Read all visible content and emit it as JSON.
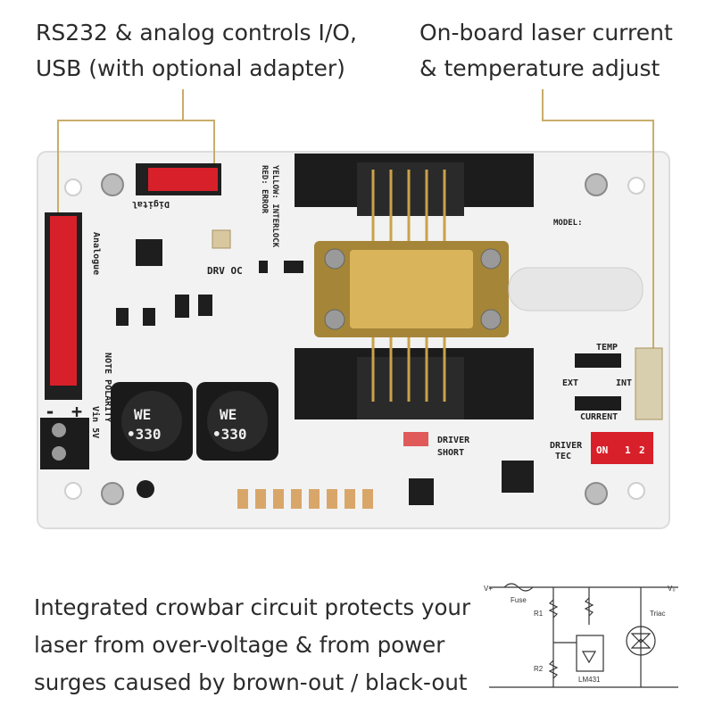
{
  "callouts": {
    "top_left": [
      "RS232 & analog controls I/O,",
      "USB (with optional adapter)"
    ],
    "top_right": [
      "On-board laser current",
      "& temperature adjust"
    ],
    "bottom": [
      "Integrated crowbar circuit protects your",
      "laser from over-voltage & from power",
      "surges caused by brown-out / black-out"
    ]
  },
  "board_labels": {
    "digital": "Digital",
    "analogue": "Analogue",
    "interlock": "YELLOW: INTERLOCK",
    "error": "RED: ERROR",
    "drv_oc": "DRV OC",
    "model": "MODEL:",
    "note_polarity": "NOTE POLARITY",
    "vin": "Vin 5V",
    "inductor_brand": "WE",
    "inductor_value": "•330",
    "temp": "TEMP",
    "ext": "EXT",
    "int": "INT",
    "current": "CURRENT",
    "driver_short_1": "DRIVER",
    "driver_short_2": "SHORT",
    "driver_tec_1": "DRIVER",
    "driver_tec_2": "TEC",
    "dip_on": "ON",
    "dip_1": "1",
    "dip_2": "2",
    "minus": "-",
    "plus": "+"
  },
  "schematic": {
    "vin": "V+",
    "vout": "V₀",
    "fuse": "Fuse",
    "r1": "R1",
    "r2": "R2",
    "triac": "Triac",
    "lm431": "LM431"
  },
  "colors": {
    "board": "#f3f3f3",
    "connector": "#d8202a",
    "gold": "#d9b45a",
    "callout_line": "#c9ad6a",
    "callout_dot": "#8cc63f"
  }
}
